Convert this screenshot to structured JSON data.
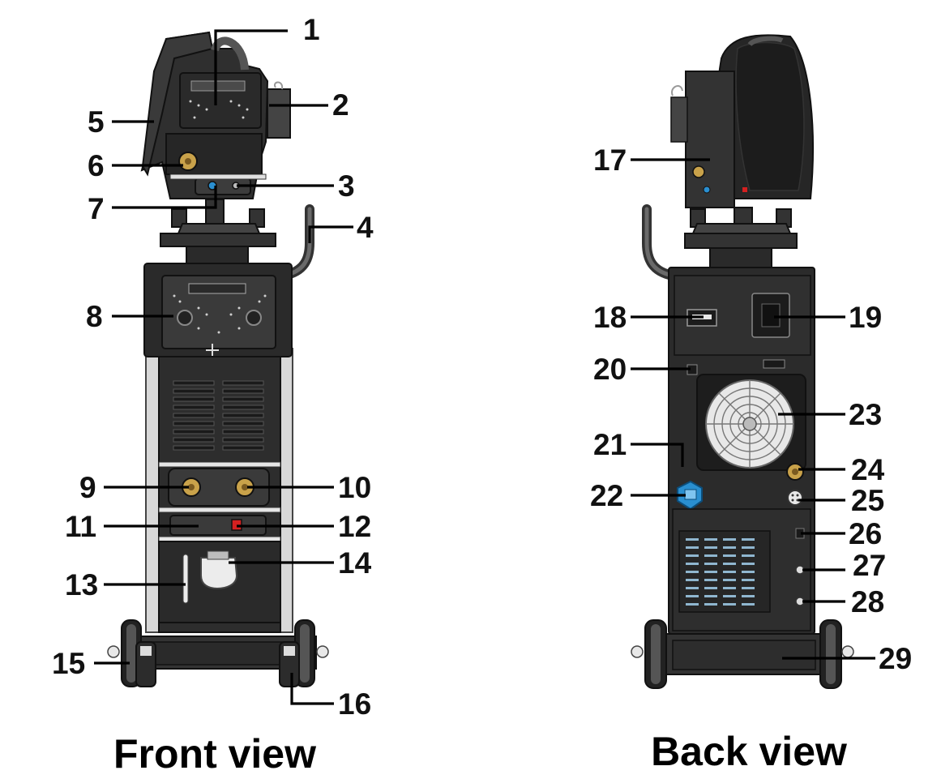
{
  "captions": {
    "front": "Front view",
    "back": "Back view"
  },
  "callouts": [
    "1",
    "2",
    "3",
    "4",
    "5",
    "6",
    "7",
    "8",
    "9",
    "10",
    "11",
    "12",
    "13",
    "14",
    "15",
    "16",
    "17",
    "18",
    "19",
    "20",
    "21",
    "22",
    "23",
    "24",
    "25",
    "26",
    "27",
    "28",
    "29"
  ],
  "colors": {
    "body": "#2b2b2b",
    "panel": "#1e1e1e",
    "frame": "#cfcfcf",
    "accent_blue": "#2a8fd0",
    "accent_red": "#d42020",
    "brass": "#c9a24a"
  }
}
